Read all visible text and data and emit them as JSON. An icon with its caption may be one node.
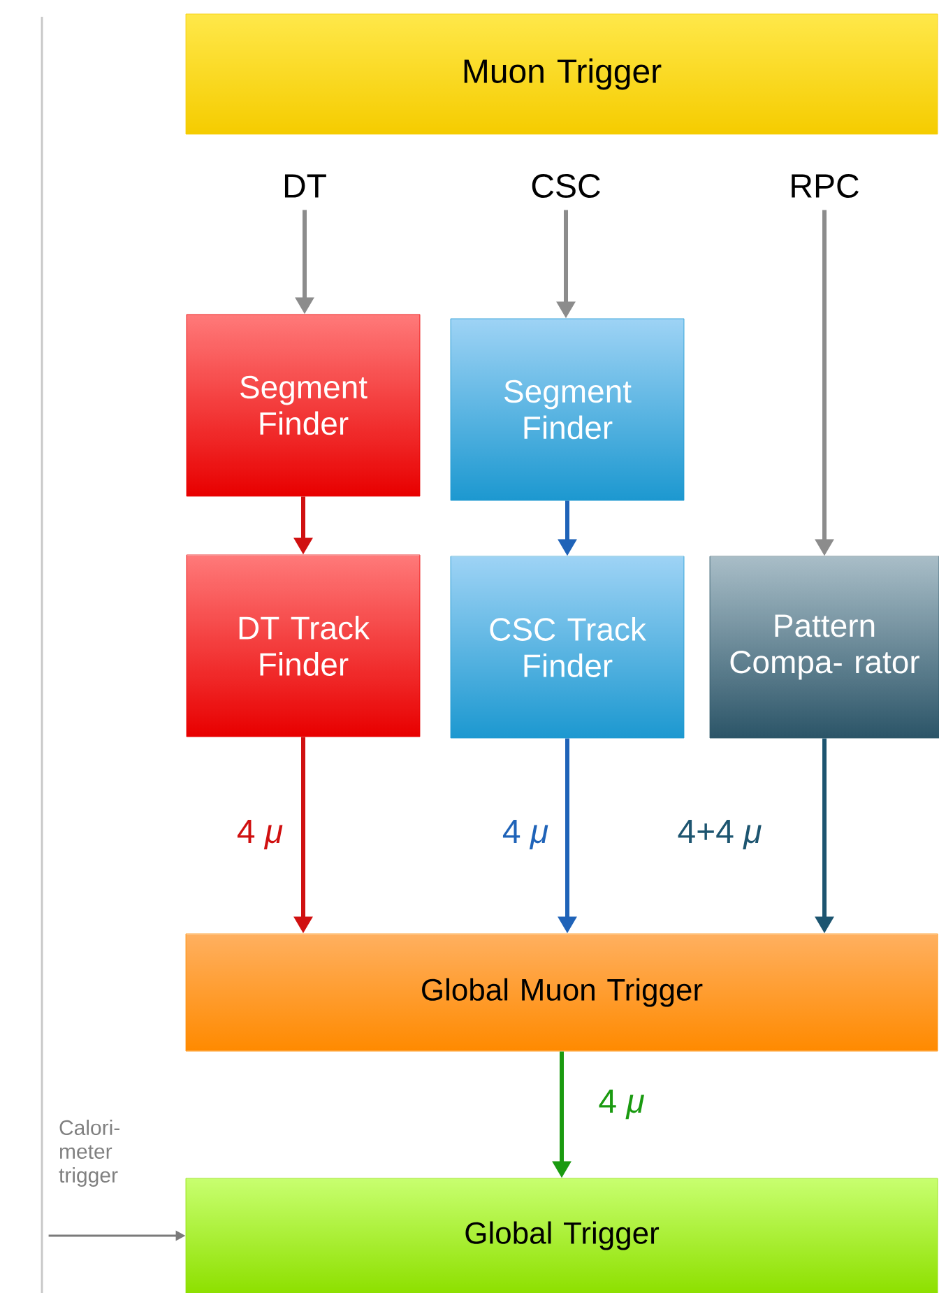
{
  "diagram": {
    "nodes": [
      {
        "text": [
          "Muon Trigger"
        ]
      },
      {
        "text": [
          "DT"
        ]
      },
      {
        "text": [
          "CSC"
        ]
      },
      {
        "text": [
          "RPC"
        ]
      },
      {
        "text": [
          "Segment Finder"
        ]
      },
      {
        "text": [
          "Segment Finder"
        ]
      },
      {
        "text": [
          "DT Track Finder"
        ]
      },
      {
        "text": [
          "CSC Track Finder"
        ]
      },
      {
        "text": [
          "Pattern Compa- rator"
        ]
      },
      {
        "text": [
          "Global Muon Trigger"
        ]
      },
      {
        "text": [
          "Global Trigger"
        ]
      },
      {
        "text": [
          "Calori- meter trigger"
        ]
      }
    ],
    "edges": [
      {
        "from": 1,
        "to": 4,
        "arrow": "to",
        "color": "#8c8c8c"
      },
      {
        "from": 2,
        "to": 5,
        "arrow": "to",
        "color": "#8c8c8c"
      },
      {
        "from": 3,
        "to": 8,
        "arrow": "to",
        "color": "#8c8c8c"
      },
      {
        "from": 4,
        "to": 6,
        "arrow": "to",
        "color": "#d01010"
      },
      {
        "from": 5,
        "to": 7,
        "arrow": "to",
        "color": "#1f63b8"
      },
      {
        "from": 6,
        "to": 9,
        "arrow": "to",
        "label": "4 *μ*",
        "color": "#d01010"
      },
      {
        "from": 7,
        "to": 9,
        "arrow": "to",
        "label": "4 *μ*",
        "color": "#1f63b8"
      },
      {
        "from": 8,
        "to": 9,
        "arrow": "to",
        "label": "4+4 *μ*",
        "color": "#1d5570"
      },
      {
        "from": 9,
        "to": 10,
        "arrow": "to",
        "label": "4 *μ*",
        "color": "#1a9a10"
      },
      {
        "from": 11,
        "to": 10,
        "arrow": "to",
        "color": "#7a7a7a"
      }
    ]
  }
}
